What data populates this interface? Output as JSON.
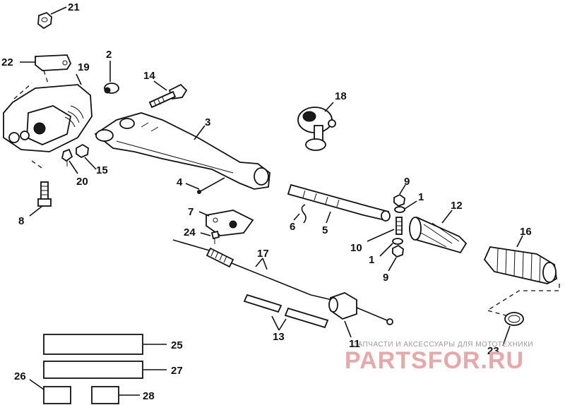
{
  "callouts": {
    "c1a": "1",
    "c1b": "1",
    "c2": "2",
    "c3": "3",
    "c4": "4",
    "c5": "5",
    "c6": "6",
    "c7": "7",
    "c8": "8",
    "c9a": "9",
    "c9b": "9",
    "c10": "10",
    "c11": "11",
    "c12": "12",
    "c13": "13",
    "c14": "14",
    "c15": "15",
    "c16": "16",
    "c17": "17",
    "c18": "18",
    "c19": "19",
    "c20": "20",
    "c21": "21",
    "c22": "22",
    "c23": "23",
    "c24": "24",
    "c25": "25",
    "c26": "26",
    "c27": "27",
    "c28": "28"
  },
  "watermark": {
    "tagline": "ЗАПЧАСТИ И АКСЕССУАРЫ ДЛЯ МОТОТЕХНИКИ",
    "brand": "PARTSFOR.RU",
    "color": "#e8a8a8"
  }
}
